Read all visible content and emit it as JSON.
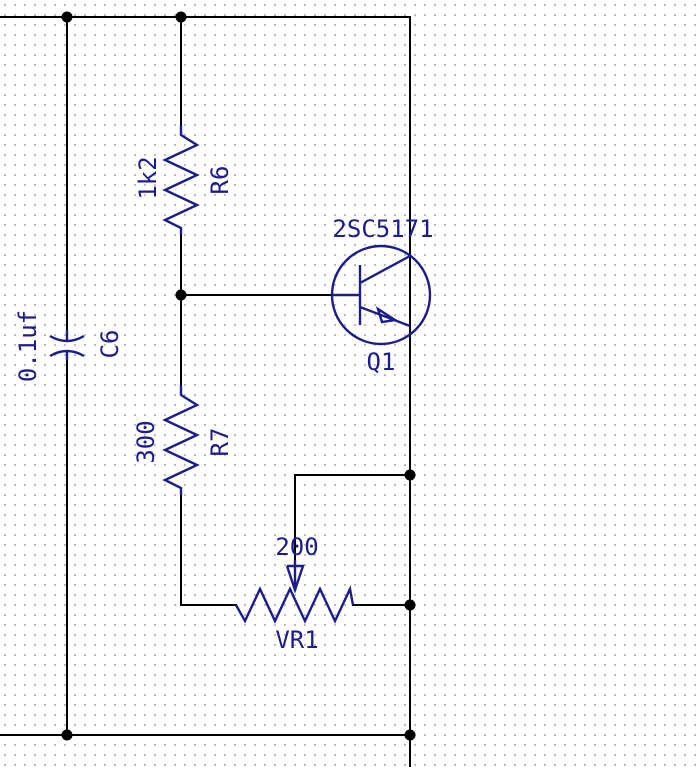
{
  "colors": {
    "background": "#ffffff",
    "wire": "#000000",
    "component": "#1c1c8c",
    "grid_dot": "#a8a8a8"
  },
  "components": {
    "r6": {
      "ref": "R6",
      "value": "1k2"
    },
    "r7": {
      "ref": "R7",
      "value": "300"
    },
    "c6": {
      "ref": "C6",
      "value": "0.1uf"
    },
    "q1": {
      "ref": "Q1",
      "value": "2SC5171"
    },
    "vr1": {
      "ref": "VR1",
      "value": "200"
    }
  }
}
